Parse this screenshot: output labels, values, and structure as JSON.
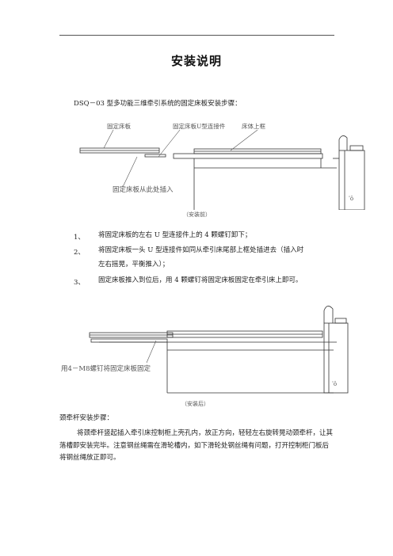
{
  "title": "安装说明",
  "intro": "DSQ－03 型多功能三维牵引系统的固定床板安装步骤：",
  "diagram1": {
    "label_left": "固定床板",
    "label_mid": "固定床板U型连接件",
    "label_right": "床体上框",
    "label_bottom": "固定床板从此处插入",
    "caption": "（安装前）"
  },
  "steps": [
    {
      "num": "1、",
      "text": "将固定床板的左右 U 型连接件上的 4 颗螺钉卸下；"
    },
    {
      "num": "2、",
      "text": "将固定床板一头 U 型连接件如同从牵引床尾部上框处插进去（插入时"
    },
    {
      "num": "",
      "text": "左右摇晃，平衡推入）；"
    },
    {
      "num": "3、",
      "text": "固定床板推入到位后，用 4 颗螺钉将固定床板固定在牵引床上即可。"
    }
  ],
  "diagram2": {
    "label": "用4－M8螺钉将固定床板固定",
    "caption": "（安装后）"
  },
  "subtitle": "颈牵杆安装步骤：",
  "paragraph": "将颈牵杆竖起插入牵引床控制柜上壳孔内，放正方向，轻轻左右旋转晃动颈牵杆，让其落槽即安装完毕。注意钢丝绳需在滑轮槽内，如下滑轮处钢丝绳有问题，打开控制柜门板后将钢丝绳放正即可。"
}
